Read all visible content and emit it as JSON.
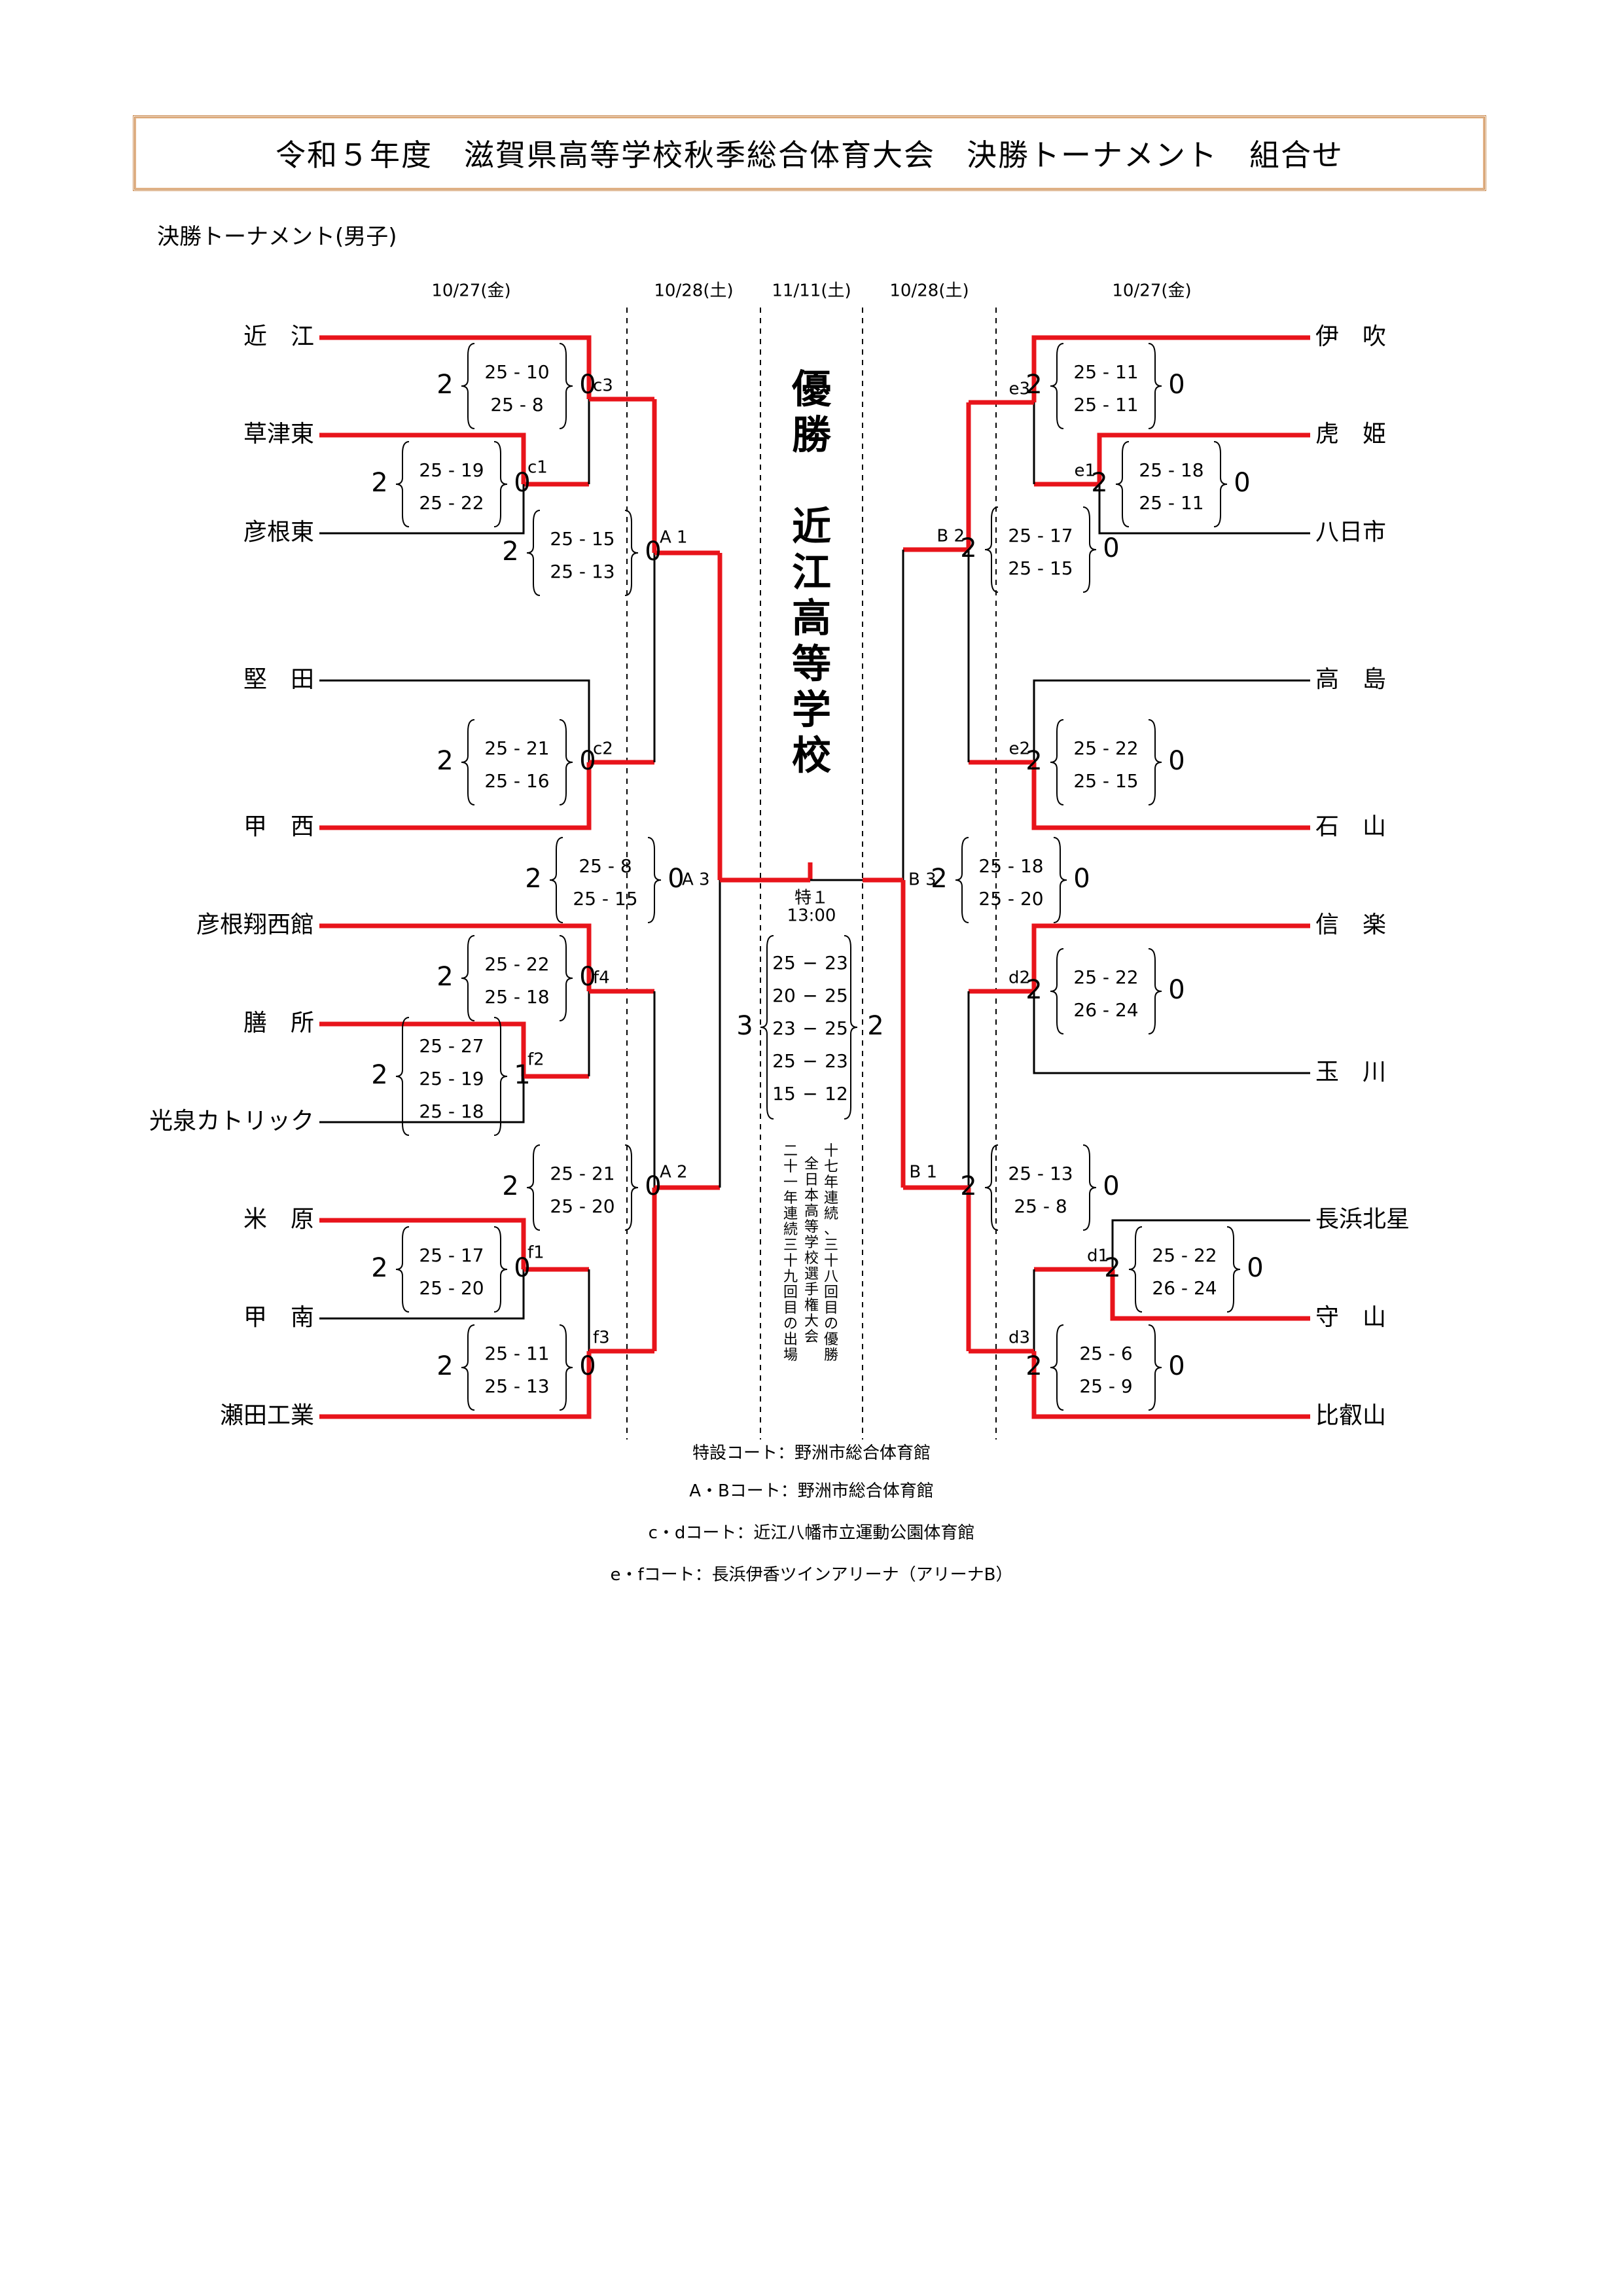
{
  "header": {
    "title": "令和５年度　滋賀県高等学校秋季総合体育大会　決勝トーナメント　組合せ",
    "subtitle": "決勝トーナメント(男子)"
  },
  "colors": {
    "winner_line": "#e8141b",
    "normal_line": "#000000",
    "title_border": "#c8874a"
  },
  "dates": {
    "left_r1": "10/27(金)",
    "left_r2": "10/28(土)",
    "final": "11/11(土)",
    "right_r2": "10/28(土)",
    "right_r1": "10/27(金)"
  },
  "left_teams": [
    "近　江",
    "草津東",
    "彦根東",
    "堅　田",
    "甲　西",
    "彦根翔西館",
    "膳　所",
    "光泉カトリック",
    "米　原",
    "甲　南",
    "瀬田工業"
  ],
  "right_teams": [
    "伊　吹",
    "虎　姫",
    "八日市",
    "高　島",
    "石　山",
    "信　楽",
    "玉　川",
    "長浜北星",
    "守　山",
    "比叡山"
  ],
  "matches": {
    "c1": {
      "code": "c1",
      "win": "2",
      "lose": "0",
      "sets": [
        "25 - 19",
        "25 - 22"
      ]
    },
    "c3": {
      "code": "c3",
      "win": "2",
      "lose": "0",
      "sets": [
        "25 - 10",
        "25 -  8"
      ]
    },
    "c2": {
      "code": "c2",
      "win": "2",
      "lose": "0",
      "sets": [
        "25 - 21",
        "25 - 16"
      ]
    },
    "A1": {
      "code": "A 1",
      "win": "2",
      "lose": "0",
      "sets": [
        "25 - 15",
        "25 - 13"
      ]
    },
    "f2": {
      "code": "f2",
      "win": "2",
      "lose": "1",
      "sets": [
        "25 - 27",
        "25 - 19",
        "25 - 18"
      ]
    },
    "f4": {
      "code": "f4",
      "win": "2",
      "lose": "0",
      "sets": [
        "25 - 22",
        "25 - 18"
      ]
    },
    "f1": {
      "code": "f1",
      "win": "2",
      "lose": "0",
      "sets": [
        "25 - 17",
        "25 - 20"
      ]
    },
    "f3": {
      "code": "f3",
      "win": "2",
      "lose": "0",
      "sets": [
        "25 - 11",
        "25 - 13"
      ]
    },
    "A2": {
      "code": "A 2",
      "win": "2",
      "lose": "0",
      "sets": [
        "25 - 21",
        "25 - 20"
      ]
    },
    "A3": {
      "code": "A 3",
      "win": "2",
      "lose": "0",
      "sets": [
        "25 -  8",
        "25 - 15"
      ]
    },
    "e1": {
      "code": "e1",
      "win": "2",
      "lose": "0",
      "sets": [
        "25 - 18",
        "25 - 11"
      ]
    },
    "e3": {
      "code": "e3",
      "win": "2",
      "lose": "0",
      "sets": [
        "25 - 11",
        "25 - 11"
      ]
    },
    "B2": {
      "code": "B 2",
      "win": "2",
      "lose": "0",
      "sets": [
        "25 - 17",
        "25 - 15"
      ]
    },
    "e2": {
      "code": "e2",
      "win": "2",
      "lose": "0",
      "sets": [
        "25 - 22",
        "25 - 15"
      ]
    },
    "B3": {
      "code": "B 3",
      "win": "2",
      "lose": "0",
      "sets": [
        "25 - 18",
        "25 - 20"
      ]
    },
    "d2": {
      "code": "d2",
      "win": "2",
      "lose": "0",
      "sets": [
        "25 - 22",
        "26 - 24"
      ]
    },
    "d1": {
      "code": "d1",
      "win": "2",
      "lose": "0",
      "sets": [
        "25 - 22",
        "26 - 24"
      ]
    },
    "d3": {
      "code": "d3",
      "win": "2",
      "lose": "0",
      "sets": [
        "25 -  6",
        "25 -  9"
      ]
    },
    "B1": {
      "code": "B 1",
      "win": "2",
      "lose": "0",
      "sets": [
        "25 - 13",
        "25 -  8"
      ]
    }
  },
  "final": {
    "code": "特１",
    "time": "13:00",
    "left_sets_won": "3",
    "right_sets_won": "2",
    "sets": [
      [
        "25",
        "23"
      ],
      [
        "20",
        "25"
      ],
      [
        "23",
        "25"
      ],
      [
        "25",
        "23"
      ],
      [
        "15",
        "12"
      ]
    ]
  },
  "champion": {
    "label": "優勝",
    "school": "近江高等学校"
  },
  "champion_notes": [
    "十七年連続、三十八回目の優勝",
    "全日本高等学校選手権大会",
    "二十一年連続三十九回目の出場"
  ],
  "venues": [
    "特設コート：野洲市総合体育館",
    "A・Bコート：野洲市総合体育館",
    "c・dコート：近江八幡市立運動公園体育館",
    "e・fコート：長浜伊香ツインアリーナ（アリーナB）"
  ]
}
